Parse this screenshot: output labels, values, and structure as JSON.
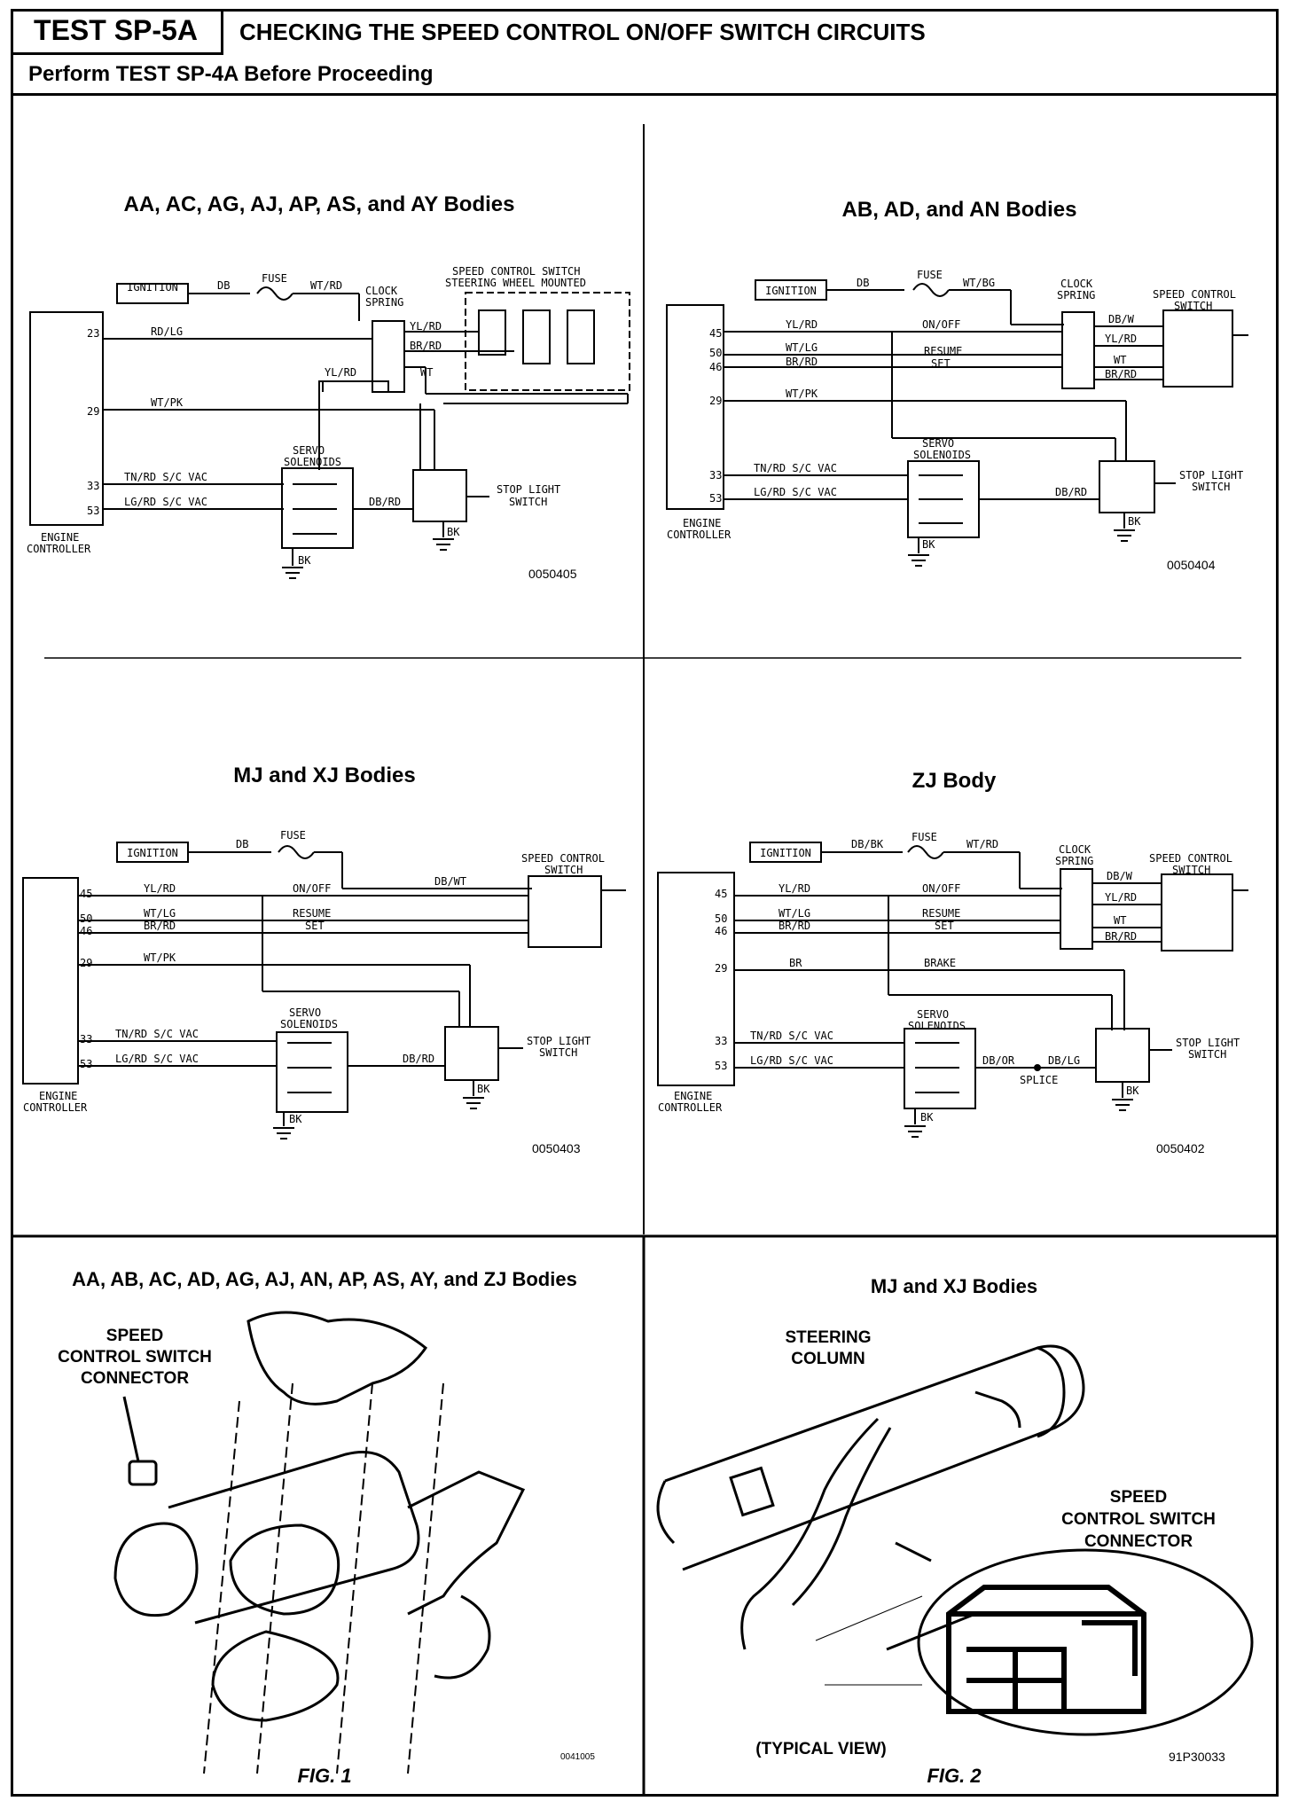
{
  "header": {
    "test_id": "TEST SP-5A",
    "title": "CHECKING THE SPEED CONTROL ON/OFF SWITCH CIRCUITS",
    "subtitle": "Perform TEST SP-4A Before Proceeding"
  },
  "common": {
    "ignition": "IGNITION",
    "fuse": "FUSE",
    "clock_spring": [
      "CLOCK",
      "SPRING"
    ],
    "speed_control_switch": [
      "SPEED CONTROL",
      "SWITCH"
    ],
    "servo_solenoids": [
      "SERVO",
      "SOLENOIDS"
    ],
    "stop_light_switch": [
      "STOP LIGHT",
      "SWITCH"
    ],
    "engine_controller": [
      "ENGINE",
      "CONTROLLER"
    ],
    "bk": "BK",
    "on_off": "ON/OFF",
    "resume": "RESUME",
    "set": "SET",
    "splice": "SPLICE",
    "brake": "BRAKE"
  },
  "diagrams": [
    {
      "title": "AA, AC, AG, AJ, AP, AS, and AY Bodies",
      "ref": "0050405",
      "switch_label": [
        "SPEED CONTROL SWITCH",
        "STEERING WHEEL MOUNTED"
      ],
      "pins": [
        "23",
        "29",
        "33",
        "53"
      ],
      "wires": {
        "ign": "DB",
        "fuse_out": "WT/RD",
        "p23": "RD/LG",
        "p29": "WT/PK",
        "p33": "TN/RD S/C VAC",
        "p53": "LG/RD S/C VAC",
        "yl_rd_a": "YL/RD",
        "br_rd": "BR/RD",
        "yl_rd_b": "YL/RD",
        "wt": "WT",
        "db_rd": "DB/RD"
      }
    },
    {
      "title": "AB, AD, and AN Bodies",
      "ref": "0050404",
      "pins": [
        "45",
        "50",
        "46",
        "29",
        "33",
        "53"
      ],
      "wires": {
        "ign": "DB",
        "fuse_out": "WT/BG",
        "p45": "YL/RD",
        "p50": "WT/LG",
        "p46": "BR/RD",
        "p29": "WT/PK",
        "p33": "TN/RD S/C VAC",
        "p53": "LG/RD S/C VAC",
        "db_w": "DB/W",
        "yl_rd": "YL/RD",
        "wt": "WT",
        "br_rd": "BR/RD",
        "db_rd": "DB/RD"
      }
    },
    {
      "title": "MJ and XJ Bodies",
      "ref": "0050403",
      "pins": [
        "45",
        "50",
        "46",
        "29",
        "33",
        "53"
      ],
      "wires": {
        "ign": "DB",
        "fuse_out": "DB/WT",
        "p45": "YL/RD",
        "p50": "WT/LG",
        "p46": "BR/RD",
        "p29": "WT/PK",
        "p33": "TN/RD S/C VAC",
        "p53": "LG/RD S/C VAC",
        "db_rd": "DB/RD"
      }
    },
    {
      "title": "ZJ Body",
      "ref": "0050402",
      "pins": [
        "45",
        "50",
        "46",
        "29",
        "33",
        "53"
      ],
      "wires": {
        "ign": "DB/BK",
        "fuse_out": "WT/RD",
        "p45": "YL/RD",
        "p50": "WT/LG",
        "p46": "BR/RD",
        "p29": "BR",
        "p33": "TN/RD S/C VAC",
        "p53": "LG/RD S/C VAC",
        "db_w": "DB/W",
        "yl_rd": "YL/RD",
        "wt": "WT",
        "br_rd": "BR/RD",
        "db_or": "DB/OR",
        "db_lg": "DB/LG"
      }
    }
  ],
  "figures": [
    {
      "title": "AA, AB, AC, AD, AG, AJ, AN, AP, AS, AY, and ZJ Bodies",
      "callout": [
        "SPEED",
        "CONTROL SWITCH",
        "CONNECTOR"
      ],
      "caption": "FIG. 1",
      "ref": "0041005"
    },
    {
      "title": "MJ and XJ Bodies",
      "callout_column": [
        "STEERING",
        "COLUMN"
      ],
      "callout_connector": [
        "SPEED",
        "CONTROL SWITCH",
        "CONNECTOR"
      ],
      "typical": "(TYPICAL VIEW)",
      "caption": "FIG. 2",
      "ref": "91P30033"
    }
  ]
}
